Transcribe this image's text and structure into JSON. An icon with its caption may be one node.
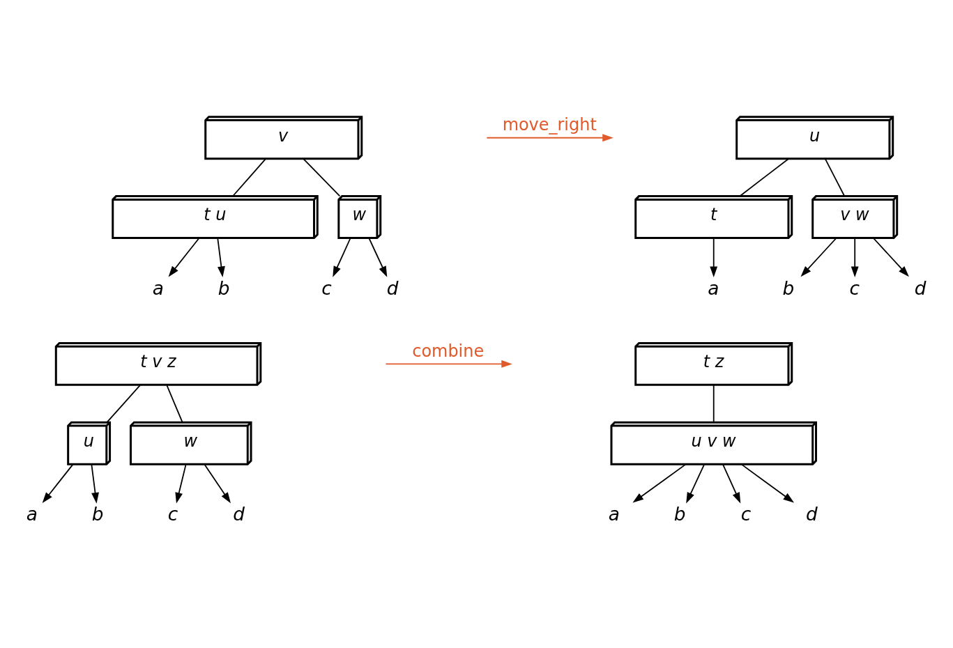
{
  "diagram": {
    "nodes": [
      {
        "text": [
          "v"
        ]
      },
      {
        "text": [
          "t u"
        ]
      },
      {
        "text": [
          "w"
        ]
      },
      {
        "text": [
          "a"
        ]
      },
      {
        "text": [
          "b"
        ]
      },
      {
        "text": [
          "c"
        ]
      },
      {
        "text": [
          "d"
        ]
      },
      {
        "text": [
          "u"
        ]
      },
      {
        "text": [
          "t"
        ]
      },
      {
        "text": [
          "v w"
        ]
      },
      {
        "text": [
          "a"
        ]
      },
      {
        "text": [
          "b"
        ]
      },
      {
        "text": [
          "c"
        ]
      },
      {
        "text": [
          "d"
        ]
      },
      {
        "text": [
          "t v z"
        ]
      },
      {
        "text": [
          "u"
        ]
      },
      {
        "text": [
          "w"
        ]
      },
      {
        "text": [
          "a"
        ]
      },
      {
        "text": [
          "b"
        ]
      },
      {
        "text": [
          "c"
        ]
      },
      {
        "text": [
          "d"
        ]
      },
      {
        "text": [
          "t z"
        ]
      },
      {
        "text": [
          "u v w"
        ]
      },
      {
        "text": [
          "a"
        ]
      },
      {
        "text": [
          "b"
        ]
      },
      {
        "text": [
          "c"
        ]
      },
      {
        "text": [
          "d"
        ]
      }
    ],
    "edges": [
      {
        "from": 0,
        "to": 1,
        "arrow": "none"
      },
      {
        "from": 0,
        "to": 2,
        "arrow": "none"
      },
      {
        "from": 1,
        "to": 3,
        "arrow": "to"
      },
      {
        "from": 1,
        "to": 4,
        "arrow": "to"
      },
      {
        "from": 2,
        "to": 5,
        "arrow": "to"
      },
      {
        "from": 2,
        "to": 6,
        "arrow": "to"
      },
      {
        "from": 7,
        "to": 8,
        "arrow": "none"
      },
      {
        "from": 7,
        "to": 9,
        "arrow": "none"
      },
      {
        "from": 8,
        "to": 10,
        "arrow": "to"
      },
      {
        "from": 9,
        "to": 11,
        "arrow": "to"
      },
      {
        "from": 9,
        "to": 12,
        "arrow": "to"
      },
      {
        "from": 9,
        "to": 13,
        "arrow": "to"
      },
      {
        "from": 14,
        "to": 15,
        "arrow": "none"
      },
      {
        "from": 14,
        "to": 16,
        "arrow": "none"
      },
      {
        "from": 15,
        "to": 17,
        "arrow": "to"
      },
      {
        "from": 15,
        "to": 18,
        "arrow": "to"
      },
      {
        "from": 16,
        "to": 19,
        "arrow": "to"
      },
      {
        "from": 16,
        "to": 20,
        "arrow": "to"
      },
      {
        "from": 21,
        "to": 22,
        "arrow": "none"
      },
      {
        "from": 22,
        "to": 23,
        "arrow": "to"
      },
      {
        "from": 22,
        "to": 24,
        "arrow": "to"
      },
      {
        "from": 22,
        "to": 25,
        "arrow": "to"
      },
      {
        "from": 22,
        "to": 26,
        "arrow": "to"
      }
    ],
    "labels": [
      "move_right",
      "combine"
    ]
  }
}
